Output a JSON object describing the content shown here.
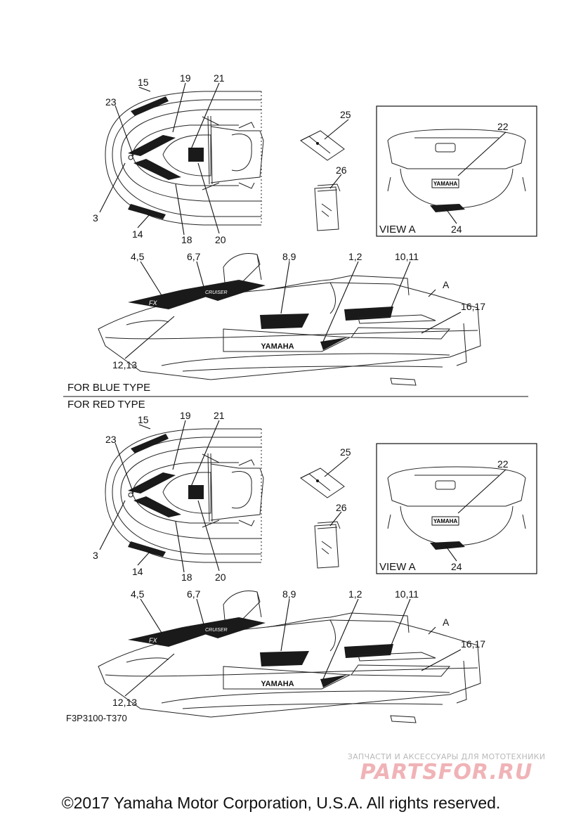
{
  "blue": {
    "labels": [
      "15",
      "19",
      "21",
      "23",
      "25",
      "22",
      "26",
      "3",
      "14",
      "18",
      "20",
      "24",
      "4,5",
      "6,7",
      "8,9",
      "1,2",
      "10,11",
      "A",
      "16,17",
      "12,13"
    ],
    "view_a": "VIEW A",
    "decal22": "YAMAHA",
    "side_logo": "YAMAHA",
    "fx_text": "FX",
    "deck_text": "CRUISER"
  },
  "red": {
    "labels": [
      "15",
      "19",
      "21",
      "23",
      "25",
      "22",
      "26",
      "3",
      "14",
      "18",
      "20",
      "24",
      "4,5",
      "6,7",
      "8,9",
      "1,2",
      "10,11",
      "A",
      "16,17",
      "12,13"
    ],
    "view_a": "VIEW A",
    "decal22": "YAMAHA",
    "side_logo": "YAMAHA",
    "fx_text": "FX",
    "deck_text": "CRUISER"
  },
  "captions": {
    "blue_type": "FOR BLUE TYPE",
    "red_type": "FOR RED TYPE",
    "part_code": "F3P3100-T370"
  },
  "watermark": {
    "tagline": "ЗАПЧАСТИ И АКСЕССУАРЫ ДЛЯ МОТОТЕХНИКИ",
    "brand": "PARTSFOR.RU"
  },
  "copyright": "©2017 Yamaha Motor Corporation, U.S.A. All rights reserved."
}
